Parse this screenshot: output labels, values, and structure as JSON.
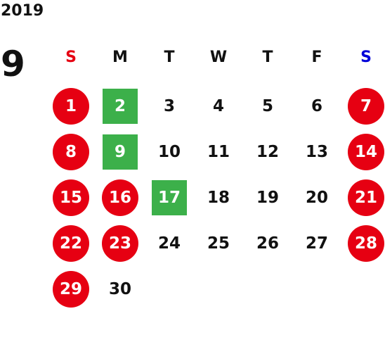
{
  "calendar": {
    "year": "2019",
    "month": "9",
    "weekdays": [
      {
        "label": "S",
        "color": "#e60012"
      },
      {
        "label": "M",
        "color": "#111111"
      },
      {
        "label": "T",
        "color": "#111111"
      },
      {
        "label": "W",
        "color": "#111111"
      },
      {
        "label": "T",
        "color": "#111111"
      },
      {
        "label": "F",
        "color": "#111111"
      },
      {
        "label": "S",
        "color": "#0000d9"
      }
    ],
    "days": [
      {
        "label": "1",
        "marker": "holiday"
      },
      {
        "label": "2",
        "marker": "highlight"
      },
      {
        "label": "3",
        "marker": "none"
      },
      {
        "label": "4",
        "marker": "none"
      },
      {
        "label": "5",
        "marker": "none"
      },
      {
        "label": "6",
        "marker": "none"
      },
      {
        "label": "7",
        "marker": "holiday"
      },
      {
        "label": "8",
        "marker": "holiday"
      },
      {
        "label": "9",
        "marker": "highlight"
      },
      {
        "label": "10",
        "marker": "none"
      },
      {
        "label": "11",
        "marker": "none"
      },
      {
        "label": "12",
        "marker": "none"
      },
      {
        "label": "13",
        "marker": "none"
      },
      {
        "label": "14",
        "marker": "holiday"
      },
      {
        "label": "15",
        "marker": "holiday"
      },
      {
        "label": "16",
        "marker": "holiday"
      },
      {
        "label": "17",
        "marker": "highlight"
      },
      {
        "label": "18",
        "marker": "none"
      },
      {
        "label": "19",
        "marker": "none"
      },
      {
        "label": "20",
        "marker": "none"
      },
      {
        "label": "21",
        "marker": "holiday"
      },
      {
        "label": "22",
        "marker": "holiday"
      },
      {
        "label": "23",
        "marker": "holiday"
      },
      {
        "label": "24",
        "marker": "none"
      },
      {
        "label": "25",
        "marker": "none"
      },
      {
        "label": "26",
        "marker": "none"
      },
      {
        "label": "27",
        "marker": "none"
      },
      {
        "label": "28",
        "marker": "holiday"
      },
      {
        "label": "29",
        "marker": "holiday"
      },
      {
        "label": "30",
        "marker": "none"
      }
    ]
  },
  "colors": {
    "holiday": "#e60012",
    "highlight": "#3cb04a"
  }
}
